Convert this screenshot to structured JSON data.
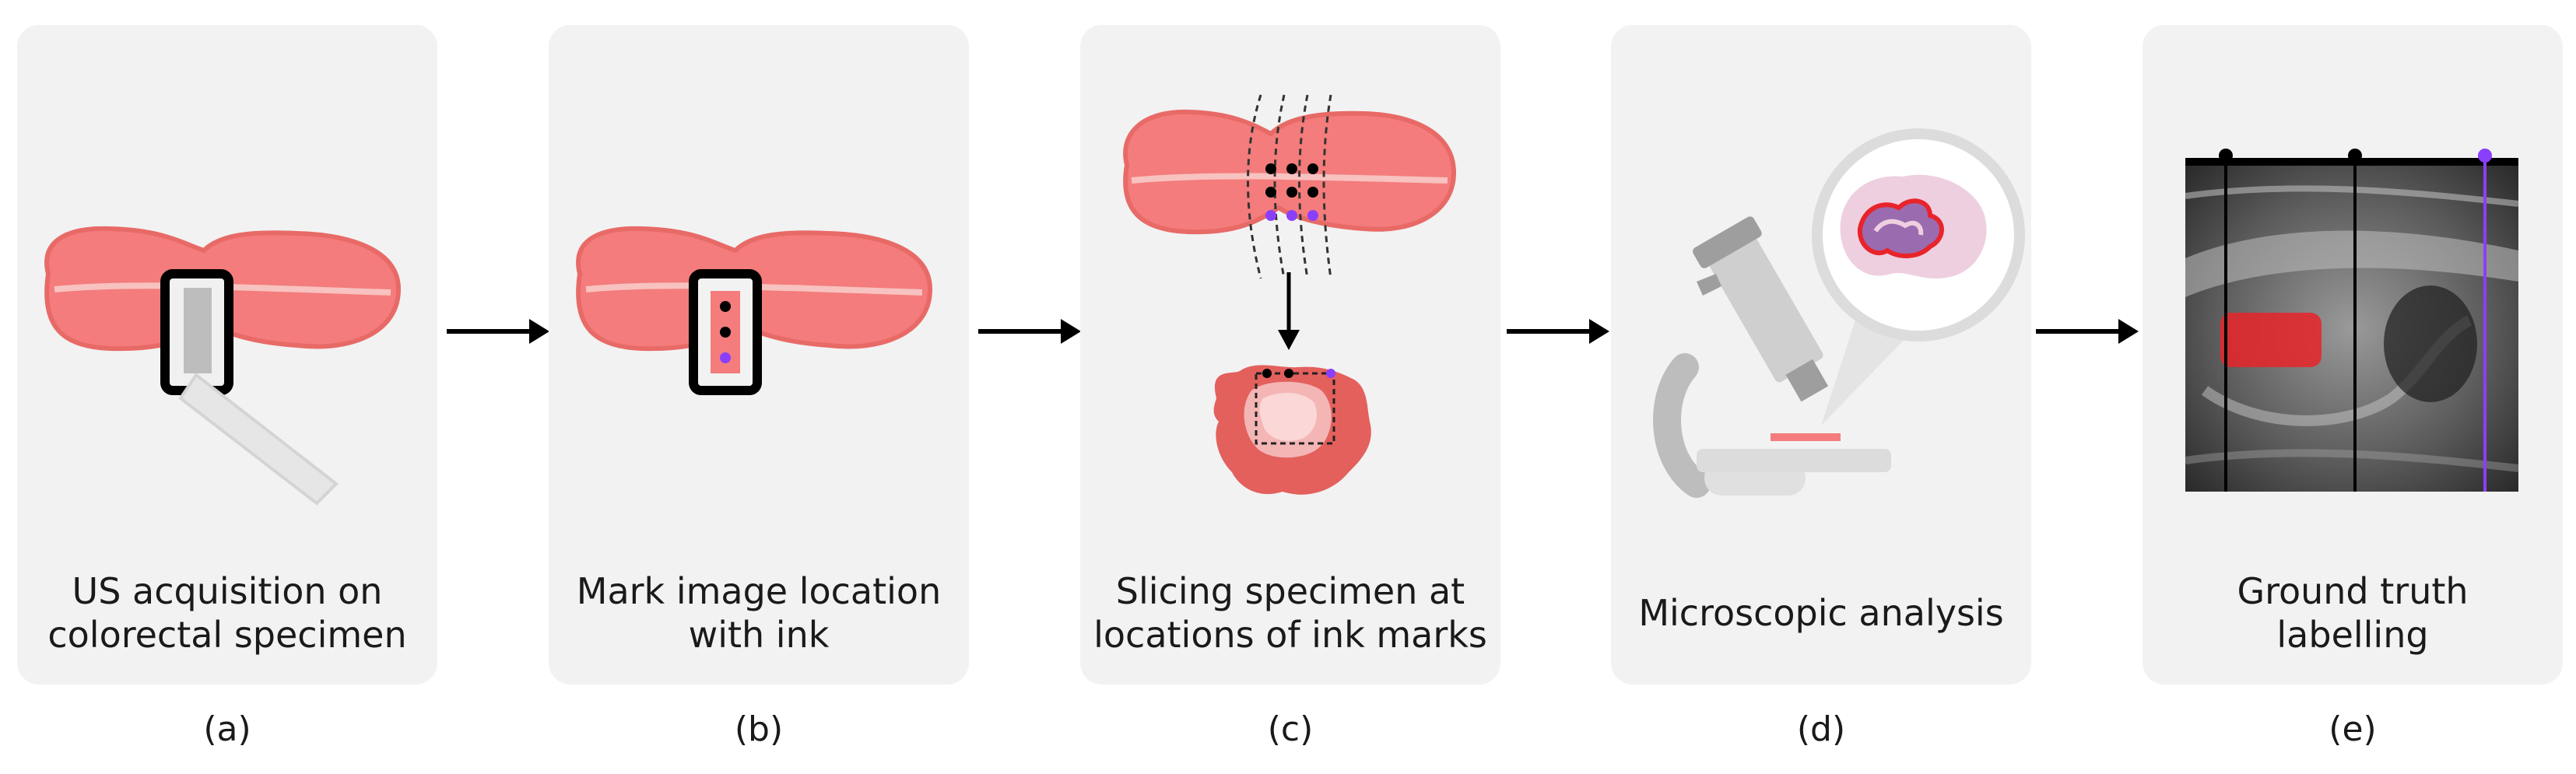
{
  "steps": [
    {
      "caption": "US acquisition on\ncolorectal specimen",
      "label": "(a)"
    },
    {
      "caption": "Mark image location\nwith ink",
      "label": "(b)"
    },
    {
      "caption": "Slicing specimen at\nlocations of ink marks",
      "label": "(c)"
    },
    {
      "caption": "Microscopic analysis",
      "label": "(d)"
    },
    {
      "caption": "Ground truth\nlabelling",
      "label": "(e)"
    }
  ],
  "colors": {
    "panel": "#f2f2f2",
    "specimen": "#f47c7c",
    "specimen_dark": "#e3645f",
    "ink_black": "#000000",
    "ink_purple": "#8a3ffc",
    "annotation_red": "#e8242a"
  }
}
